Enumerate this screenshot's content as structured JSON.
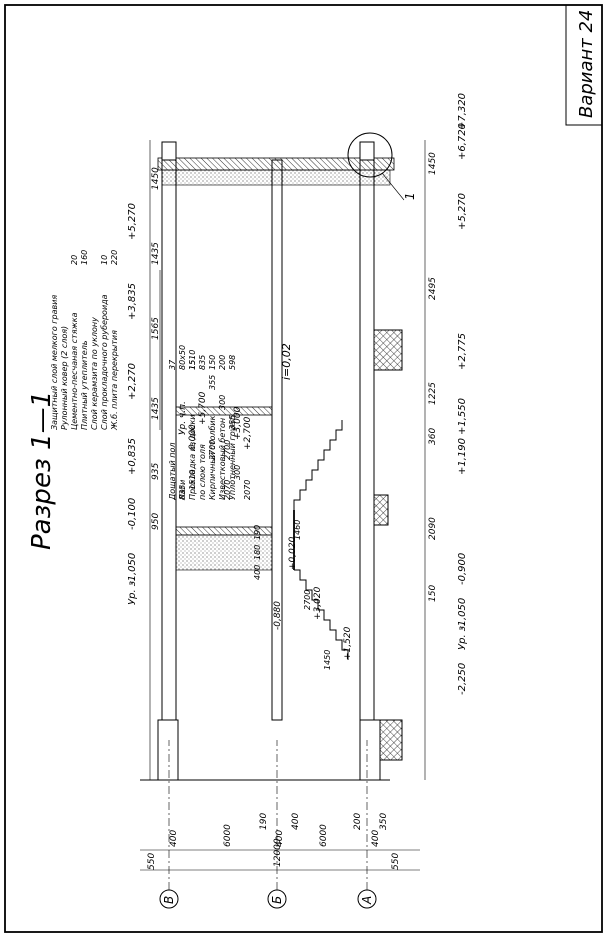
{
  "variant_label": "Вариант 24",
  "section_title": "Разрез 1—1",
  "roof_layers": [
    "Защитный слой мелкого гравия",
    "Рулонный ковер (2 слоя)",
    "Цементно-песчаная стяжка",
    "Плитный утеплитель",
    "Слой керамзита по уклону",
    "Слой прокладочного рубероида",
    "Ж.б. плита перекрытия"
  ],
  "roof_layer_thicknesses": [
    "",
    "",
    "20",
    "160",
    "",
    "10",
    "220"
  ],
  "floor_layers": [
    "Дощатый пол",
    "Лаги",
    "Прокладка из доски",
    "по слою толя",
    "Кирпичный столбик",
    "Известковый бетон",
    "Уплотненный грунт"
  ],
  "floor_layer_thicknesses": [
    "37",
    "80х50",
    "15",
    "",
    "150",
    "200",
    "598"
  ],
  "left_levels": [
    "+7,320",
    "+6,720",
    "+5,270",
    "+2,775",
    "+1,550",
    "+1,190",
    "-0,900",
    "-1,050",
    "Ур. з.",
    "-2,250"
  ],
  "left_dims": [
    "1450",
    "2495",
    "1225",
    "360",
    "2090",
    "150"
  ],
  "right_levels": [
    "+5,270",
    "+3,835",
    "+2,270",
    "+0,835",
    "-0,100",
    "-1,050",
    "Ур. з."
  ],
  "right_dims": [
    "1450",
    "1435",
    "1565",
    "1435",
    "935",
    "950"
  ],
  "interior_levels": [
    "+5,700",
    "+3,000",
    "+2,700",
    "0,000",
    "Ур. ч.п.",
    "+0,020",
    "+1,520",
    "+3,020",
    "-0,880"
  ],
  "interior_dims": [
    "1510",
    "835",
    "355",
    "300",
    "355",
    "1510",
    "835",
    "2700",
    "300",
    "2700",
    "2070",
    "2070",
    "1460",
    "2700",
    "1450",
    "190",
    "180",
    "400"
  ],
  "slope_label": "i=0,02",
  "bottom_dims": [
    "550",
    "400",
    "6000",
    "400",
    "6000",
    "400",
    "550",
    "12000",
    "200",
    "350",
    "400",
    "190"
  ],
  "axes": [
    "А",
    "Б",
    "В"
  ],
  "callout": "1"
}
